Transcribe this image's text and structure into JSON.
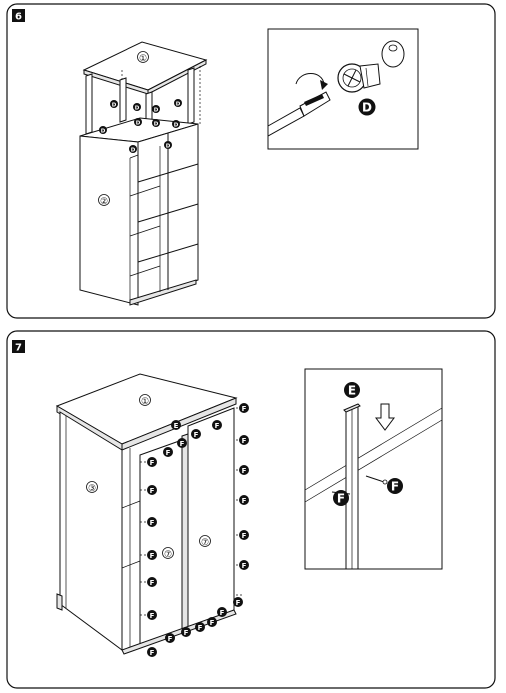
{
  "steps": [
    {
      "number": "6",
      "main_labels": {
        "top_panel": "①",
        "side_panel": "②"
      },
      "connector_label": "D",
      "fitting_labels": [
        "D",
        "D",
        "D",
        "D",
        "D",
        "D",
        "D",
        "D",
        "D",
        "D"
      ]
    },
    {
      "number": "7",
      "main_labels": {
        "top_panel": "①",
        "side_panel": "③",
        "door_left": "⑦",
        "door_right": "⑦"
      },
      "rail_label": "E",
      "screw_label": "F",
      "detail_labels": {
        "rail": "E",
        "screw_a": "F",
        "screw_b": "F"
      },
      "fitting_labels": [
        "E",
        "F",
        "F",
        "F",
        "F",
        "F",
        "F",
        "F",
        "F",
        "F",
        "F",
        "F",
        "F",
        "F",
        "F",
        "F",
        "F",
        "F",
        "F",
        "F",
        "F",
        "F",
        "F",
        "F"
      ]
    }
  ]
}
